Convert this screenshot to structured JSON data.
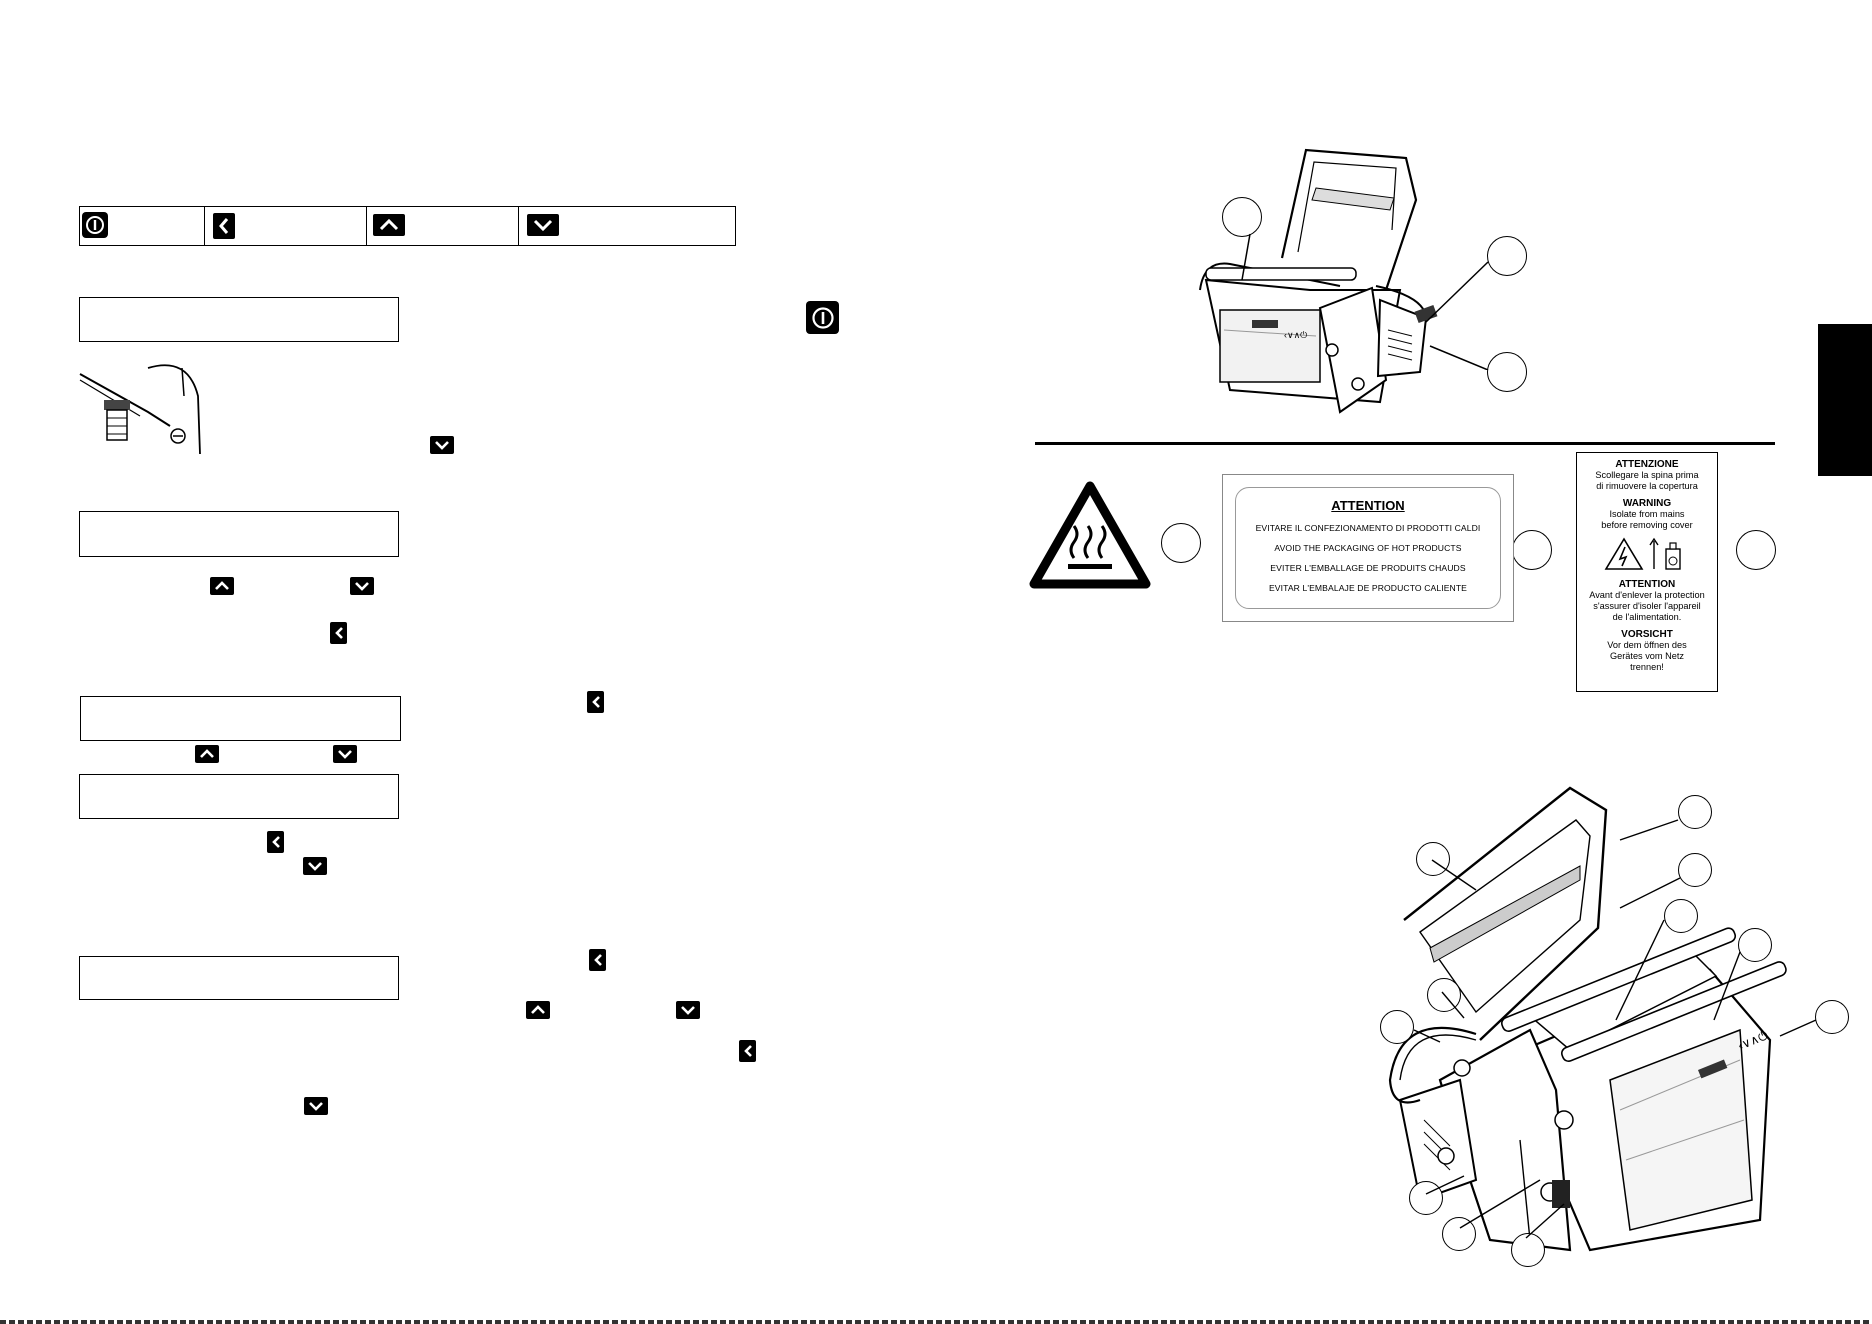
{
  "page": {
    "background": "#ffffff",
    "ink": "#000000"
  },
  "legend_bar": {
    "keys": [
      {
        "icon": "power-icon"
      },
      {
        "icon": "chevron-left-icon"
      },
      {
        "icon": "chevron-up-icon"
      },
      {
        "icon": "chevron-down-icon"
      }
    ]
  },
  "attention_label": {
    "title": "ATTENTION",
    "lines": [
      "EVITARE IL CONFEZIONAMENTO DI PRODOTTI CALDI",
      "AVOID THE PACKAGING OF HOT PRODUCTS",
      "EVITER L'EMBALLAGE DE PRODUITS CHAUDS",
      "EVITAR L'EMBALAJE DE PRODUCTO CALIENTE"
    ]
  },
  "warning_label": {
    "sections": [
      {
        "heading": "ATTENZIONE",
        "lines": [
          "Scollegare la spina prima",
          "di rimuovere la copertura"
        ]
      },
      {
        "heading": "WARNING",
        "lines": [
          "Isolate from mains",
          "before removing cover"
        ]
      },
      {
        "heading": "ATTENTION",
        "lines": [
          "Avant d'enlever la protection",
          "s'assurer d'isoler l'appareil",
          "de l'alimentation."
        ]
      },
      {
        "heading": "VORSICHT",
        "lines": [
          "Vor dem öffnen des",
          "Gerätes vom Netz",
          "trennen!"
        ]
      }
    ]
  },
  "hot_surface_symbol": {
    "icon": "hot-surface-warning-icon"
  },
  "machine_illustrations": {
    "top": {
      "icon": "vacuum-sealer-open-lid-illustration"
    },
    "bottom": {
      "icon": "vacuum-sealer-exploded-view-illustration"
    },
    "detail": {
      "icon": "vacuum-pump-connector-detail"
    }
  }
}
